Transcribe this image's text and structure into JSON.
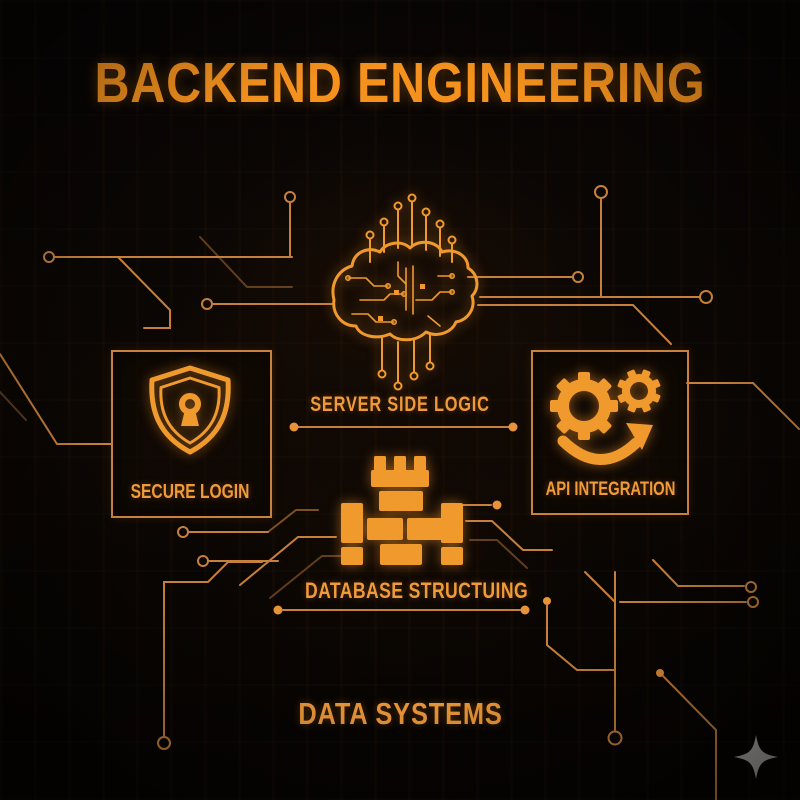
{
  "title": "BACKEND ENGINEERING",
  "sections": {
    "server_side_logic": {
      "label": "SERVER SIDE LOGIC",
      "icon": "circuit-brain-icon"
    },
    "secure_login": {
      "label": "SECURE LOGIN",
      "icon": "shield-keyhole-icon"
    },
    "api_integration": {
      "label": "API INTEGRATION",
      "icon": "gears-sync-arrow-icon"
    },
    "database_structuring": {
      "label": "DATABASE STRUCTUING",
      "icon": "castle-blocks-icon"
    },
    "data_systems": {
      "label": "DATA SYSTEMS"
    }
  },
  "watermark_icon": "four-point-sparkle-icon",
  "colors": {
    "background": "#070403",
    "title_orange": "#F5921E",
    "label_orange": "#F09A3A",
    "icon_orange": "#F09A2E",
    "trace_orange": "#C6803B",
    "box_border": "#C9813E",
    "watermark_gray": "#B3B1AE"
  }
}
